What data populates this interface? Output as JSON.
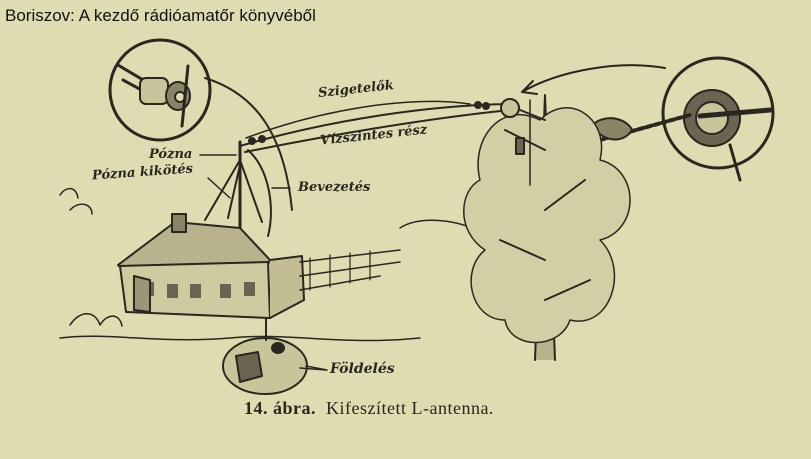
{
  "header": {
    "title": "Boriszov: A kezdő rádióamatőr könyvéből"
  },
  "labels": {
    "insulators": "Szigetelők",
    "horizontal_part": "Vízszintes rész",
    "pole": "Pózna",
    "pole_guy": "Pózna kikötés",
    "lead_in": "Bevezetés",
    "grounding": "Földelés"
  },
  "caption": {
    "figure": "14. ábra.",
    "text": "Kifeszített L-antenna."
  },
  "colors": {
    "paper": "#dedcb0",
    "ink": "#2a2620"
  }
}
